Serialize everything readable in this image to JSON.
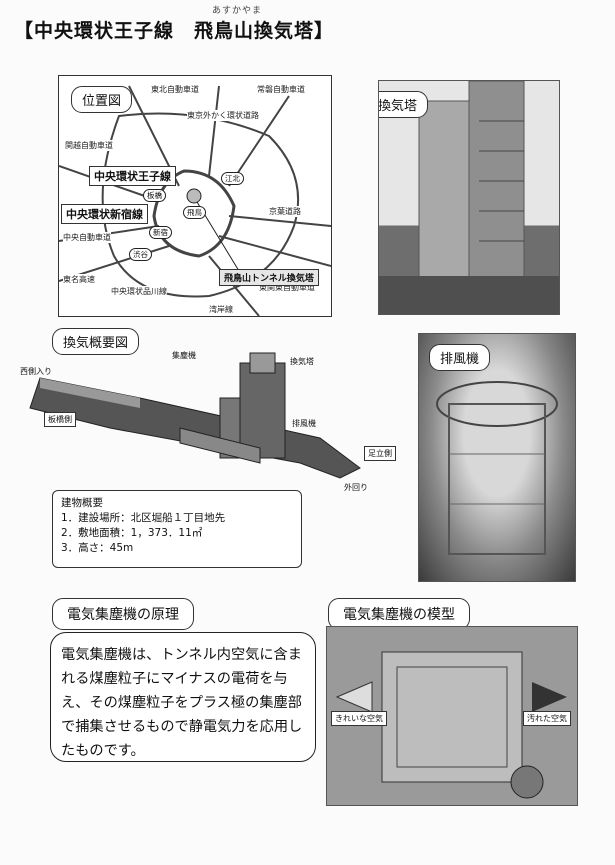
{
  "header": {
    "title": "【中央環状王子線　飛鳥山換気塔】",
    "ruby": "あすかやま"
  },
  "location_map": {
    "label": "位置図",
    "roads": {
      "tohoku": "東北自動車道",
      "joban": "常磐自動車道",
      "gaikan": "東京外かく環状道路",
      "kanetsu": "関越自動車道",
      "chuo": "中央自動車道",
      "tomei": "東名高速",
      "keiyo": "京葉道路",
      "higashi_kanto": "東関東自動車道",
      "wangan": "湾岸線"
    },
    "lines": {
      "oji": "中央環状王子線",
      "shinjuku": "中央環状新宿線",
      "shinagawa": "中央環状品川線"
    },
    "places": {
      "itabashi": "板橋",
      "edokita": "江北",
      "shinjuku_st": "新宿",
      "shibuya": "渋谷",
      "yasaka": "飛鳥"
    },
    "callout": "飛鳥山トンネル換気塔"
  },
  "tower_photo": {
    "label": "換気塔"
  },
  "schematic": {
    "label": "換気概要図",
    "dust_collector": "集塵機",
    "tower": "換気塔",
    "exhaust_fan": "排風機",
    "west_entrance": "西側入り",
    "east_exit": "外回り",
    "itabashi_dir": "板橋側",
    "adachi_dir": "足立側"
  },
  "fan_photo": {
    "label": "排風機"
  },
  "overview": {
    "heading": "建物概要",
    "items": [
      "1．建設場所：北区堀船１丁目地先",
      "2．敷地面積：1，373．11㎡",
      "3．高さ：45m"
    ]
  },
  "principle": {
    "label": "電気集塵機の原理",
    "text": "電気集塵機は、トンネル内空気に含まれる煤塵粒子にマイナスの電荷を与え、その煤塵粒子をプラス極の集塵部で捕集させるもので静電気力を応用したものです。"
  },
  "model": {
    "label": "電気集塵機の模型",
    "clean_air": "きれいな空気",
    "dirty_air": "汚れた空気"
  }
}
